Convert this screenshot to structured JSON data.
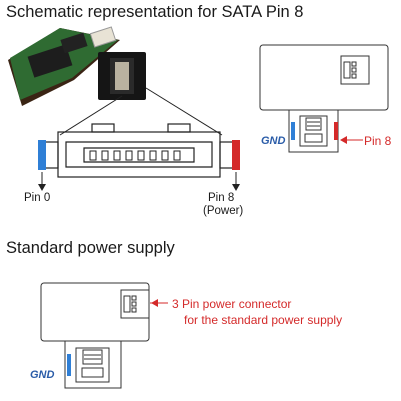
{
  "section1": {
    "title": "Schematic representation for SATA Pin 8",
    "pin0_label": "Pin 0",
    "pin8_label": "Pin 8",
    "pin8_power_label": "(Power)",
    "gnd_label": "GND",
    "pin8_callout": "Pin 8"
  },
  "section2": {
    "title": "Standard power supply",
    "gnd_label": "GND",
    "connector_callout_line1": "3 Pin power connector",
    "connector_callout_line2": "for the standard power supply"
  },
  "colors": {
    "pin0_blue": "#2f7fd6",
    "pin8_red": "#d42a2a",
    "gnd_text": "#2a5ca8",
    "pcb_green": "#2f6b32",
    "pcb_brown": "#6b3b1c"
  }
}
